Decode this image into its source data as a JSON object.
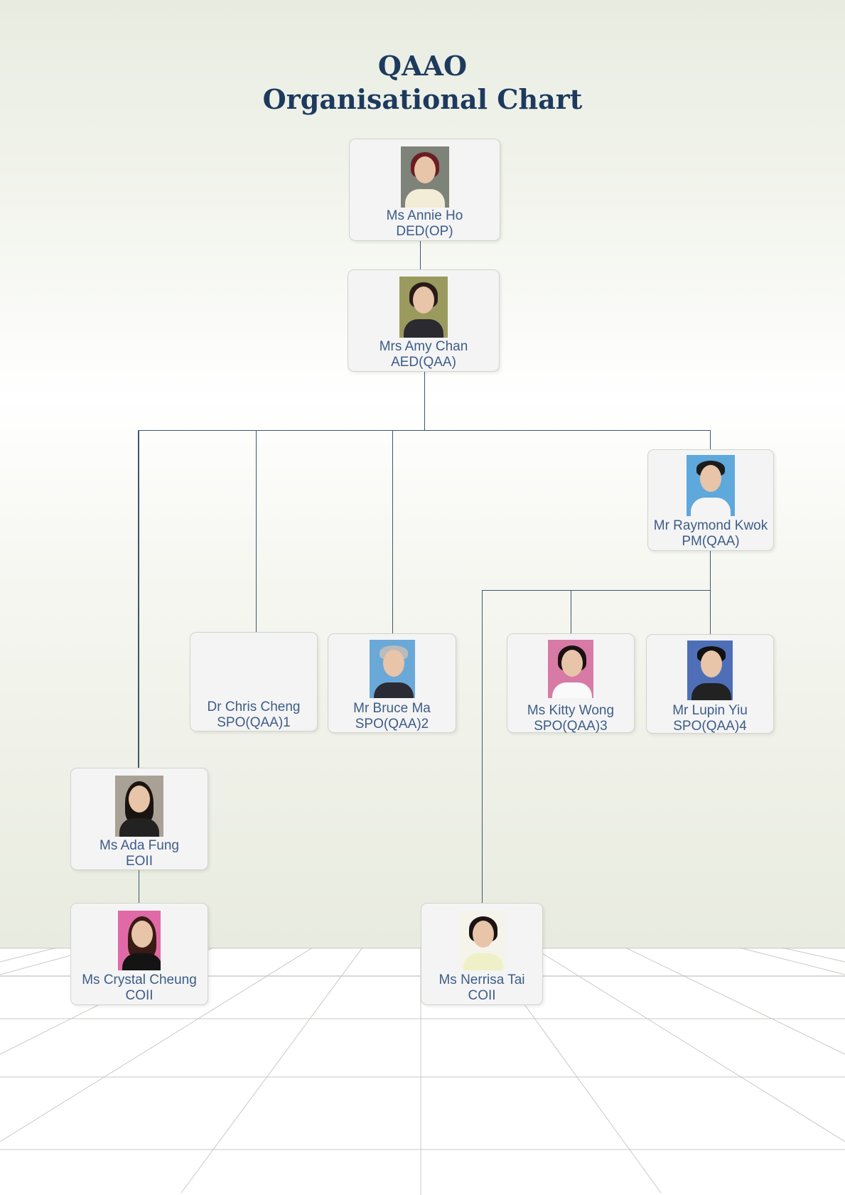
{
  "title": {
    "line1": "QAAO",
    "line2": "Organisational Chart"
  },
  "people": {
    "annie": {
      "name": "Ms Annie Ho",
      "role": "DED(OP)"
    },
    "amy": {
      "name": "Mrs Amy Chan",
      "role": "AED(QAA)"
    },
    "raymond": {
      "name": "Mr Raymond Kwok",
      "role": "PM(QAA)"
    },
    "chris": {
      "name": "Dr Chris Cheng",
      "role": "SPO(QAA)1"
    },
    "bruce": {
      "name": "Mr Bruce Ma",
      "role": "SPO(QAA)2"
    },
    "kitty": {
      "name": "Ms Kitty Wong",
      "role": "SPO(QAA)3"
    },
    "lupin": {
      "name": "Mr Lupin Yiu",
      "role": "SPO(QAA)4"
    },
    "ada": {
      "name": "Ms Ada Fung",
      "role": "EOII"
    },
    "crystal": {
      "name": "Ms Crystal Cheung",
      "role": "COII"
    },
    "nerrisa": {
      "name": "Ms Nerrisa Tai",
      "role": "COII"
    }
  },
  "colors": {
    "title": "#1d3a5e",
    "text": "#3d5c88",
    "connector": "#3f5670"
  }
}
